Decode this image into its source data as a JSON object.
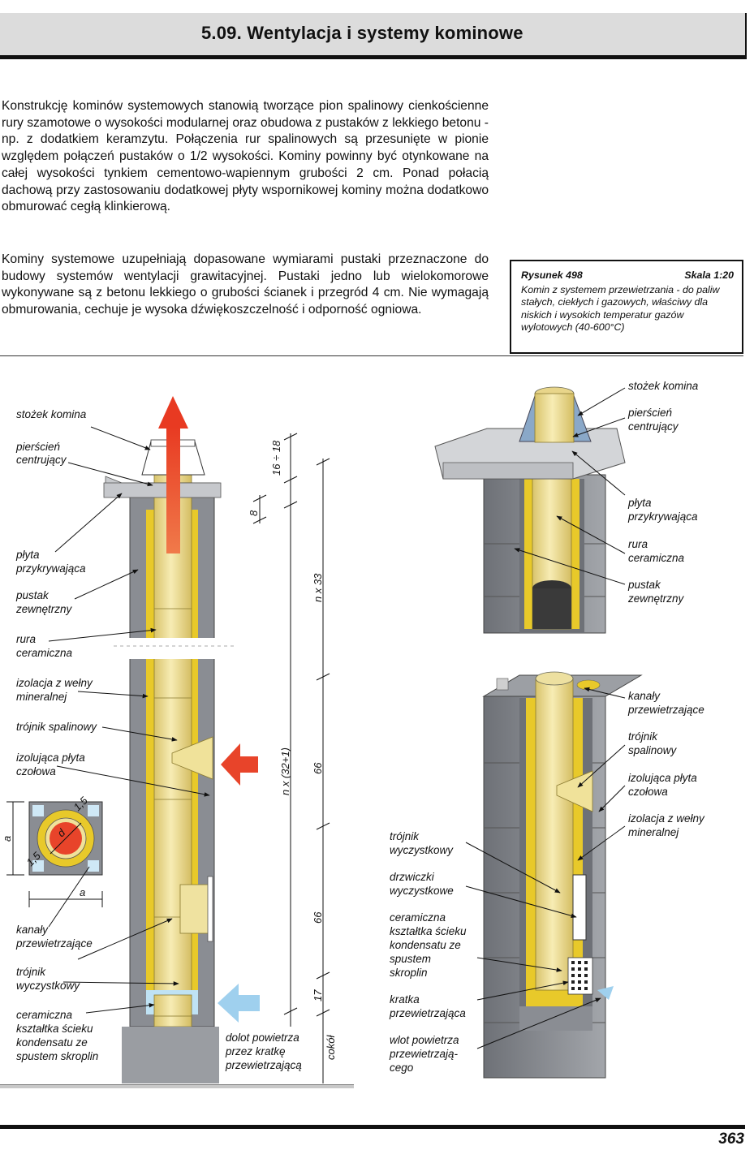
{
  "header": {
    "title": "5.09.  Wentylacja i systemy kominowe"
  },
  "intro": {
    "paragraph1": "Konstrukcję kominów systemowych stanowią tworzące pion spalinowy cienkościenne rury szamotowe o wysokości modularnej oraz obudowa z pustaków z lekkiego betonu - np. z dodatkiem keramzytu. Połączenia rur spalinowych są przesunięte w pionie względem połączeń pustaków o 1/2 wysokości. Kominy powinny być otynkowane na całej wysokości tynkiem cementowo-wapiennym grubości 2 cm. Ponad połacią dachową przy zastosowaniu dodatkowej płyty wspornikowej kominy można dodatkowo obmurować cegłą klinkierową.",
    "paragraph2": "Kominy systemowe uzupełniają dopasowane wymiarami pustaki przeznaczone do budowy systemów wentylacji grawitacyjnej. Pustaki jedno lub wielokomorowe wykonywane są z betonu lekkiego o grubości ścianek i przegród 4 cm. Nie wymagają obmurowania, cechuje je wysoka dźwiękoszczelność i odporność ogniowa."
  },
  "caption": {
    "figure": "Rysunek 498",
    "scale": "Skala 1:20",
    "text": "Komin z systemem przewietrzania - do paliw stałych, ciekłych i gazowych, właściwy dla niskich i wysokich temperatur gazów wylotowych (40-600°C)"
  },
  "left_labels": {
    "stozek": "stożek komina",
    "pierscien1": "pierścień",
    "pierscien2": "centrujący",
    "plyta1": "płyta",
    "plyta2": "przykrywająca",
    "pustak1": "pustak",
    "pustak2": "zewnętrzny",
    "rura1": "rura",
    "rura2": "ceramiczna",
    "izolacja1": "izolacja z wełny",
    "izolacja2": "mineralnej",
    "trojnik_sp": "trójnik spalinowy",
    "izol_plyta1": "izolująca płyta",
    "izol_plyta2": "czołowa",
    "kanaly1": "kanały",
    "kanaly2": "przewietrzające",
    "trojnik_wy1": "trójnik",
    "trojnik_wy2": "wyczystkowy",
    "ksztaltka1": "ceramiczna",
    "ksztaltka2": "kształtka ścieku",
    "ksztaltka3": "kondensatu ze",
    "ksztaltka4": "spustem skroplin",
    "dolot1": "dolot powietrza",
    "dolot2": "przez kratkę",
    "dolot3": "przewietrzającą"
  },
  "dimensions": {
    "d16_18": "16 ÷ 18",
    "d8": "8",
    "n33": "n x 33",
    "n32": "n x (32+1)",
    "d66a": "66",
    "d66b": "66",
    "d17": "17",
    "cokol": "cokół",
    "sec_a1": "a",
    "sec_a2": "a",
    "sec_15a": "1,5",
    "sec_15b": "1,5",
    "sec_d": "d"
  },
  "right_top_labels": {
    "stozek": "stożek komina",
    "pierscien1": "pierścień",
    "pierscien2": "centrujący",
    "plyta1": "płyta",
    "plyta2": "przykrywająca",
    "rura1": "rura",
    "rura2": "ceramiczna",
    "pustak1": "pustak",
    "pustak2": "zewnętrzny"
  },
  "right_bottom_labels": {
    "kanaly1": "kanały",
    "kanaly2": "przewietrzające",
    "trojnik_sp1": "trójnik",
    "trojnik_sp2": "spalinowy",
    "izol_plyta1": "izolująca płyta",
    "izol_plyta2": "czołowa",
    "izolacja1": "izolacja z wełny",
    "izolacja2": "mineralnej",
    "trojnik_wy1": "trójnik",
    "trojnik_wy2": "wyczystkowy",
    "drzwiczki1": "drzwiczki",
    "drzwiczki2": "wyczystkowe",
    "ksztaltka1": "ceramiczna",
    "ksztaltka2": "kształtka ścieku",
    "ksztaltka3": "kondensatu ze",
    "ksztaltka4": "spustem",
    "ksztaltka5": "skroplin",
    "kratka1": "kratka",
    "kratka2": "przewietrzająca",
    "wlot1": "wlot powietrza",
    "wlot2": "przewietrzają-",
    "wlot3": "cego"
  },
  "colors": {
    "flue_yellow": "#f0e29a",
    "insulation_yellow": "#e8c92a",
    "block_gray": "#8a8d93",
    "cap_blue": "#8aa8c8",
    "arrow_red": "#e8442a",
    "arrow_blue": "#9fd0ee"
  },
  "footer": {
    "page_number": "363"
  }
}
